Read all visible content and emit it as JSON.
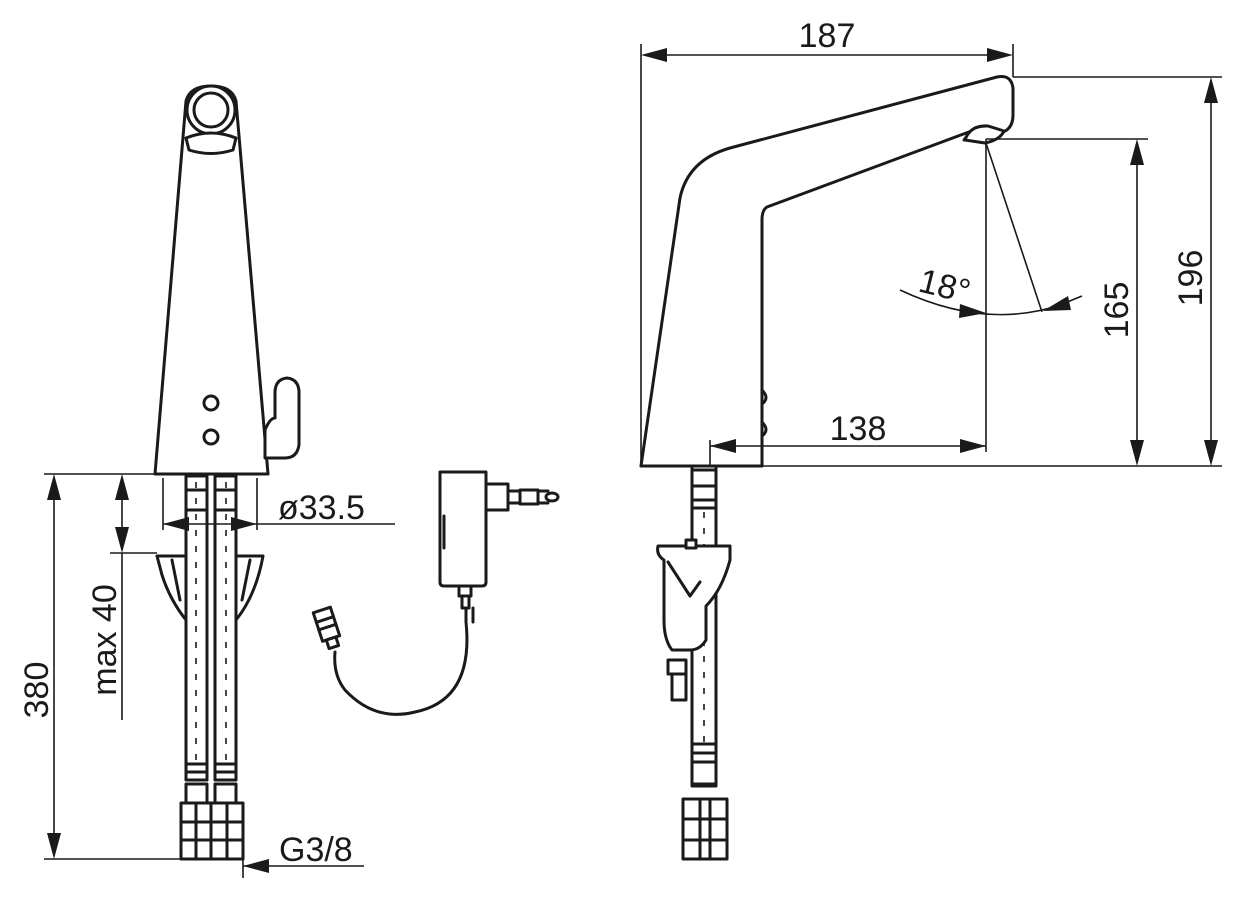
{
  "colors": {
    "ink": "#1a1a1a",
    "paper": "#ffffff"
  },
  "dimensions": {
    "width_total": "187",
    "height_total": "196",
    "spout_height": "165",
    "spout_reach": "138",
    "spray_angle": "18°",
    "body_diameter": "ø33.5",
    "height_under_counter": "380",
    "counter_thickness": "max 40",
    "connection_thread": "G3/8"
  }
}
